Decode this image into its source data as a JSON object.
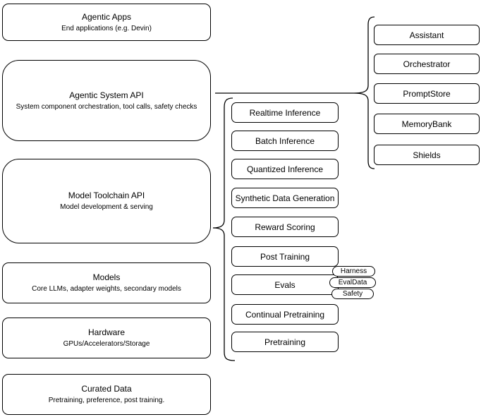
{
  "diagram": {
    "background_color": "#ffffff",
    "stroke_color": "#000000",
    "left_stack": [
      {
        "title": "Agentic Apps",
        "subtitle": "End applications (e.g. Devin)"
      },
      {
        "title": "Agentic System API",
        "subtitle": "System component orchestration, tool calls, safety checks"
      },
      {
        "title": "Model Toolchain API",
        "subtitle": "Model development & serving"
      },
      {
        "title": "Models",
        "subtitle": "Core LLMs, adapter weights, secondary models"
      },
      {
        "title": "Hardware",
        "subtitle": "GPUs/Accelerators/Storage"
      },
      {
        "title": "Curated Data",
        "subtitle": "Pretraining, preference, post training."
      }
    ],
    "toolchain_group": {
      "items": [
        "Realtime Inference",
        "Batch Inference",
        "Quantized Inference",
        "Synthetic Data Generation",
        "Reward Scoring",
        "Post Training",
        "Evals",
        "Continual Pretraining",
        "Pretraining"
      ],
      "eval_tags": [
        "Harness",
        "EvalData",
        "Safety"
      ]
    },
    "system_group": {
      "items": [
        "Assistant",
        "Orchestrator",
        "PromptStore",
        "MemoryBank",
        "Shields"
      ]
    }
  }
}
